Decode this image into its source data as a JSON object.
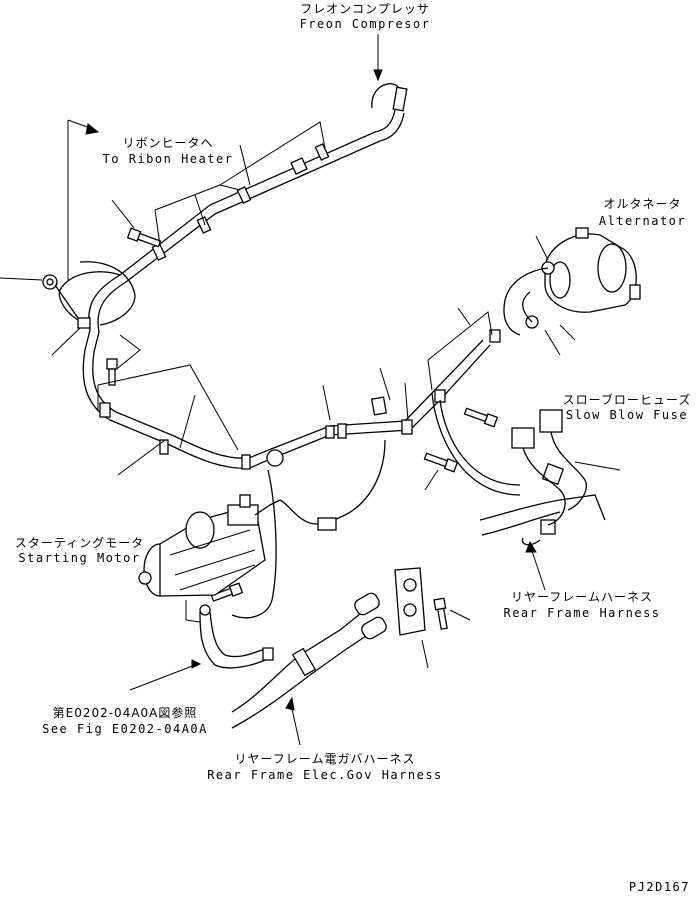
{
  "labels": {
    "freon_compressor": {
      "ja": "フレオンコンプレッサ",
      "en": "Freon Compresor"
    },
    "ribbon_heater": {
      "ja": "リボンヒータへ",
      "en": "To Ribon Heater"
    },
    "alternator": {
      "ja": "オルタネータ",
      "en": "Alternator"
    },
    "slow_blow_fuse": {
      "ja": "スローブローヒューズ",
      "en": "Slow Blow Fuse"
    },
    "starting_motor": {
      "ja": "スターティングモータ",
      "en": "Starting Motor"
    },
    "rear_frame_harness": {
      "ja": "リヤーフレームハーネス",
      "en": "Rear Frame Harness"
    },
    "see_fig": {
      "ja": "第E0202-04A0A図参照",
      "en": "See Fig E0202-04A0A"
    },
    "rear_frame_gov_harness": {
      "ja": "リヤーフレーム電ガバハーネス",
      "en": "Rear Frame Elec.Gov Harness"
    }
  },
  "drawing_number": "PJ2D167"
}
